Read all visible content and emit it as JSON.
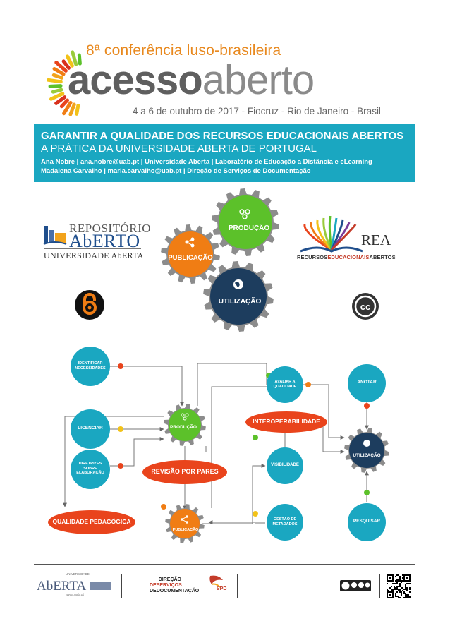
{
  "header": {
    "conference_prefix": "8ª conferência luso-brasileira",
    "title_part1": "acesso",
    "title_part2": "aberto",
    "date_location": "4 a 6 de outubro de 2017 - Fiocruz - Rio de Janeiro - Brasil"
  },
  "banner": {
    "title": "GARANTIR A QUALIDADE DOS RECURSOS EDUCACIONAIS ABERTOS",
    "subtitle": "A PRÁTICA DA UNIVERSIDADE ABERTA DE PORTUGAL",
    "author1": "Ana Nobre | ana.nobre@uab.pt | Universidade Aberta | Laboratório de Educação a Distância e eLearning",
    "author2": "Madalena Carvalho | maria.carvalho@uab.pt | Direção de Serviços de Documentação"
  },
  "logos": {
    "repo_line1": "REPOSITÓRIO",
    "repo_line2": "AbERTO",
    "repo_line3": "UNIVERSIDADE AbERTA",
    "rea_line1": "REA",
    "rea_line2a": "RECURSOS",
    "rea_line2b": "EDUCACIONAIS",
    "rea_line2c": "ABERTOS",
    "cc_text": "cc"
  },
  "gears": {
    "producao": "PRODUÇÃO",
    "publicacao": "PUBLICAÇÃO",
    "utilizacao": "UTILIZAÇÃO"
  },
  "diagram": {
    "identificar": "IDENTIFICAR NECESSIDADES",
    "licenciar": "LICENCIAR",
    "diretrizes": "DIRETRIZES SOBRE ELABORAÇÃO",
    "producao": "PRODUÇÃO",
    "avaliar": "AVALIAR A QUALIDADE",
    "anotar": "ANOTAR",
    "interoperabilidade": "INTEROPERABILIDADE",
    "utilizacao": "UTILIZAÇÃO",
    "revisao": "REVISÃO POR PARES",
    "visibilidade": "VISIBILIDADE",
    "qualidade": "QUALIDADE PEDAGÓGICA",
    "publicacao": "PUBLICAÇÃO",
    "gestao": "GESTÃO DE METADADOS",
    "pesquisar": "PESQUISAR"
  },
  "footer": {
    "aberta": "AbERTA",
    "univ_small": "UNIVERSIDADE",
    "url": "www.uab.pt",
    "ds_line1": "DIREÇÃO",
    "ds_line2": "DESERVIÇOS",
    "ds_line3": "DEDOCUMENTAÇÃO",
    "spd": "SPD"
  },
  "colors": {
    "teal": "#1aa7c1",
    "green": "#5cc12a",
    "orange": "#f07d14",
    "navy": "#1d3d5e",
    "red_oval": "#e9441c",
    "gray_gear": "#8c8c8c"
  }
}
